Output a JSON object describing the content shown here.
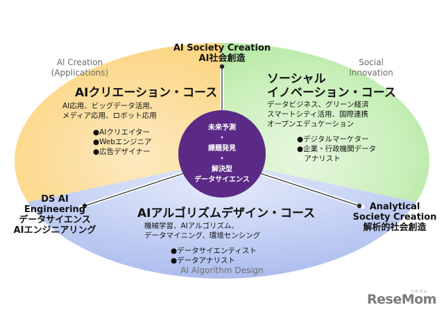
{
  "axes": {
    "top": "AI Society Creation\nAI社会創造",
    "left": "DS AI\nEngineering\nデータサイエンス\nAIエンジニアリング",
    "right": "Analytical\nSociety Creation\n解析的社会創造"
  },
  "regions": {
    "creation_en": "AI Creation\n(Applications)",
    "social_en": "Social\nInnovation",
    "algorithm_en": "AI Algorithm Design"
  },
  "center": {
    "lines": "未来予測\n・\n課題発見\n・\n解決型\nデータサイエンス",
    "color": "#5b2a86"
  },
  "courses": {
    "creation": {
      "title": "AIクリエーション・コース",
      "description": "AI応用、ビッグデータ活用、\nメディア応用、ロボット応用",
      "careers": "●AIクリエイター\n●Webエンジニア\n●広告デザイナー"
    },
    "social": {
      "title": "ソーシャル\nイノベーション・コース",
      "description": "データビジネス、グリーン経済\nスマートシティ活用、国際連携\nオープンエデュケーション",
      "careers": "●デジタルマーケター\n●企業・行政機関データ\n　アナリスト"
    },
    "algorithm": {
      "title": "AIアルゴリズムデザイン・コース",
      "description": "機械学習、AIアルゴリズム、\nデータマイニング、環境センシング",
      "careers": "●データサイエンティスト\n●データアナリスト"
    }
  },
  "logo": {
    "text": "ReseMom",
    "ruby": "リセマム"
  },
  "colors": {
    "creation": "#fbd98a",
    "social": "#b5e6a3",
    "algorithm": "#a9b8ec"
  }
}
